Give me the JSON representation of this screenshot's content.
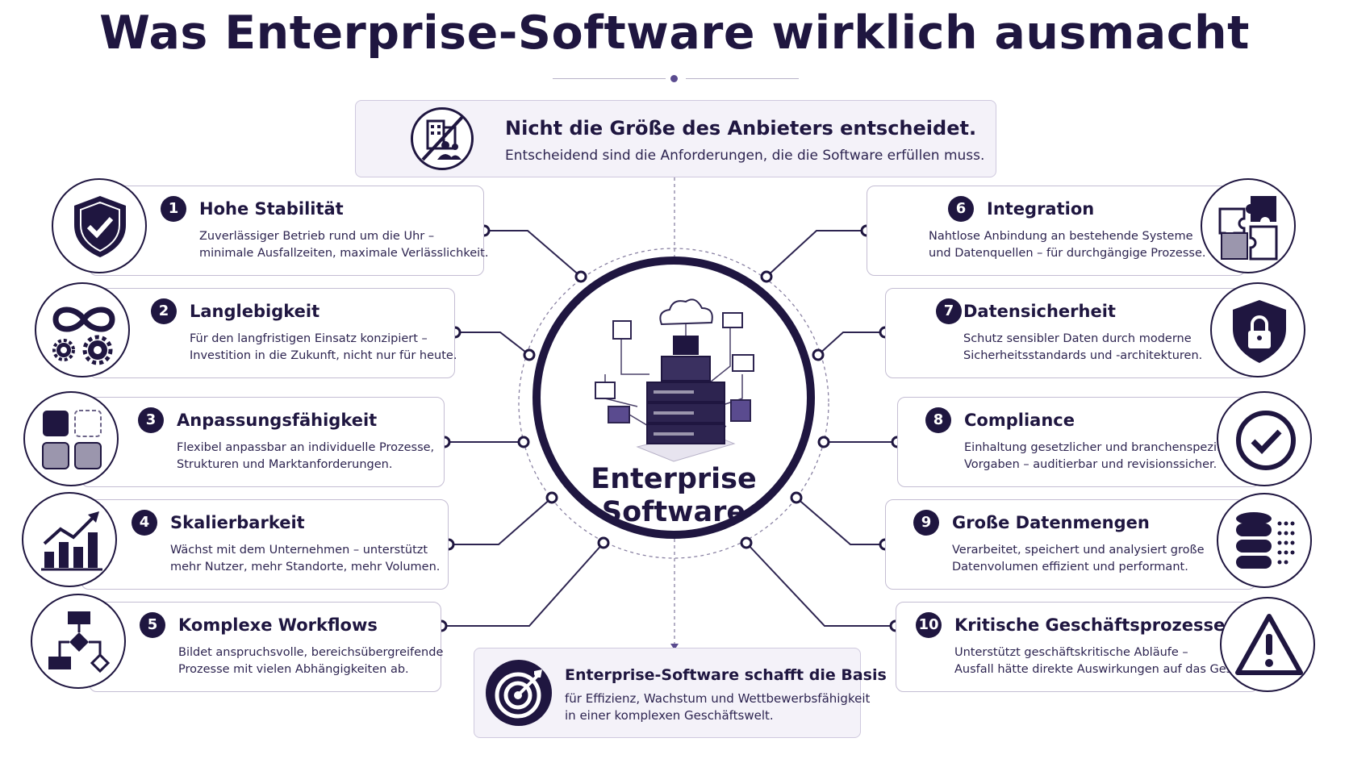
{
  "title": "Was Enterprise-Software wirklich ausmacht",
  "top_box": {
    "heading": "Nicht die Größe des Anbieters entscheidet.",
    "subtext": "Entscheidend sind die Anforderungen, die die Software erfüllen muss.",
    "icon": "no-large-vendor-icon"
  },
  "hub": {
    "line1": "Enterprise",
    "line2": "Software",
    "icon": "server-cloud-network-icon"
  },
  "left_items": [
    {
      "number": "1",
      "title": "Hohe Stabilität",
      "line1": "Zuverlässiger Betrieb rund um die Uhr –",
      "line2": "minimale Ausfallzeiten, maximale Verlässlichkeit.",
      "icon": "shield-check-icon"
    },
    {
      "number": "2",
      "title": "Langlebigkeit",
      "line1": "Für den langfristigen Einsatz konzipiert –",
      "line2": "Investition in die Zukunft, nicht nur für heute.",
      "icon": "infinity-gears-icon"
    },
    {
      "number": "3",
      "title": "Anpassungsfähigkeit",
      "line1": "Flexibel anpassbar an individuelle Prozesse,",
      "line2": "Strukturen und Marktanforderungen.",
      "icon": "modular-blocks-icon"
    },
    {
      "number": "4",
      "title": "Skalierbarkeit",
      "line1": "Wächst mit dem Unternehmen – unterstützt",
      "line2": "mehr Nutzer, mehr Standorte, mehr Volumen.",
      "icon": "growth-chart-icon"
    },
    {
      "number": "5",
      "title": "Komplexe Workflows",
      "line1": "Bildet anspruchsvolle, bereichsübergreifende",
      "line2": "Prozesse mit vielen Abhängigkeiten ab.",
      "icon": "flowchart-icon"
    }
  ],
  "right_items": [
    {
      "number": "6",
      "title": "Integration",
      "line1": "Nahtlose Anbindung an bestehende Systeme",
      "line2": "und Datenquellen – für durchgängige Prozesse.",
      "icon": "puzzle-icon"
    },
    {
      "number": "7",
      "title": "Datensicherheit",
      "line1": "Schutz sensibler Daten durch moderne",
      "line2": "Sicherheitsstandards und -architekturen.",
      "icon": "shield-lock-icon"
    },
    {
      "number": "8",
      "title": "Compliance",
      "line1": "Einhaltung gesetzlicher und branchenspezifischer",
      "line2": "Vorgaben – auditierbar und revisionssicher.",
      "icon": "check-circle-icon"
    },
    {
      "number": "9",
      "title": "Große Datenmengen",
      "line1": "Verarbeitet, speichert und analysiert große",
      "line2": "Datenvolumen effizient und performant.",
      "icon": "database-icon"
    },
    {
      "number": "10",
      "title": "Kritische Geschäftsprozesse",
      "line1": "Unterstützt geschäftskritische Abläufe –",
      "line2": "Ausfall hätte direkte Auswirkungen auf das Geschäft.",
      "icon": "warning-triangle-icon"
    }
  ],
  "bottom_box": {
    "heading": "Enterprise-Software schafft die Basis",
    "line1": "für Effizienz, Wachstum und Wettbewerbsfähigkeit",
    "line2": "in einer komplexen Geschäftswelt.",
    "icon": "target-icon"
  },
  "colors": {
    "primary": "#1f1640",
    "accent": "#5a4b8f",
    "panel": "#f4f2f9",
    "border": "#c4bdd3"
  }
}
